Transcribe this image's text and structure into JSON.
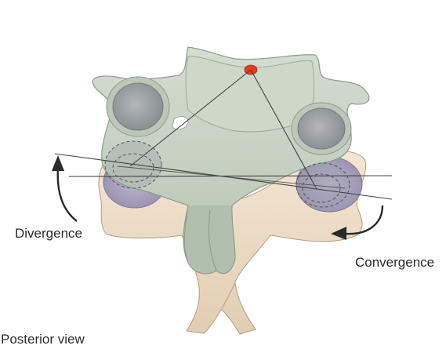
{
  "labels": {
    "divergence": "Divergence",
    "convergence": "Convergence",
    "view": "Posterior view"
  },
  "colors": {
    "bone_cream": "#eedfca",
    "bone_cream_shadow": "#d9c3a8",
    "vertebra_green": "#c8d3c4",
    "vertebra_green_dark": "#9fae9c",
    "facet_grey": "#9a9fa3",
    "facet_purple": "#a9a2be",
    "center_point_red": "#e53a1e",
    "line_dark": "#444444",
    "arrow_dark": "#2a2a2a"
  }
}
